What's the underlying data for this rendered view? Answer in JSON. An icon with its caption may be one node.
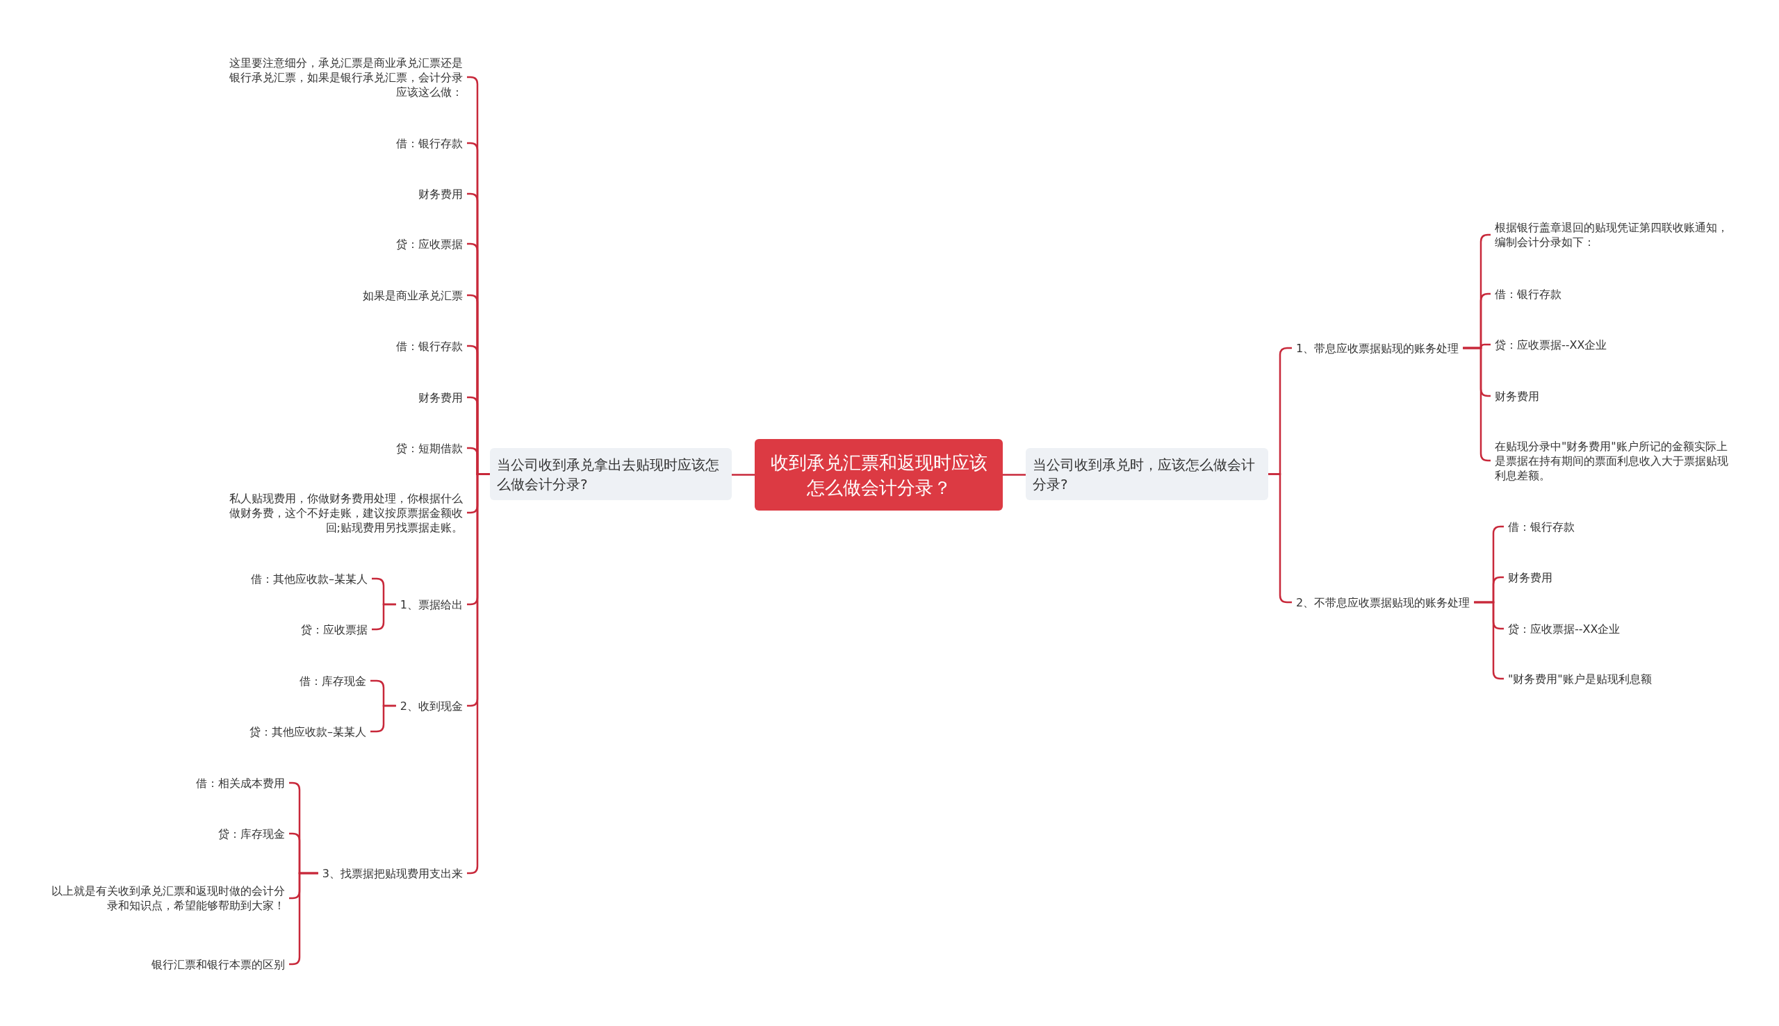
{
  "diagram": {
    "nodes": [
      {
        "text": [
          "收到承兑汇票和返现时应该怎么做会计分录？"
        ]
      },
      {
        "text": [
          "当公司收到承兑拿出去贴现时应该怎么做会计分录?"
        ]
      },
      {
        "text": [
          "这里要注意细分，承兑汇票是商业承兑汇票还是银行承兑汇票，如果是银行承兑汇票，会计分录应该这么做："
        ]
      },
      {
        "text": [
          "借：银行存款"
        ]
      },
      {
        "text": [
          "财务费用"
        ]
      },
      {
        "text": [
          "贷：应收票据"
        ]
      },
      {
        "text": [
          "如果是商业承兑汇票"
        ]
      },
      {
        "text": [
          "借：银行存款"
        ]
      },
      {
        "text": [
          "财务费用"
        ]
      },
      {
        "text": [
          "贷：短期借款"
        ]
      },
      {
        "text": [
          "私人贴现费用，你做财务费用处理，你根据什么做财务费，这个不好走账，建议按原票据金额收回;贴现费用另找票据走账。"
        ]
      },
      {
        "text": [
          "1、票据给出"
        ]
      },
      {
        "text": [
          "借：其他应收款–某某人"
        ]
      },
      {
        "text": [
          "贷：应收票据"
        ]
      },
      {
        "text": [
          "2、收到现金"
        ]
      },
      {
        "text": [
          "借：库存现金"
        ]
      },
      {
        "text": [
          "贷：其他应收款–某某人"
        ]
      },
      {
        "text": [
          "3、找票据把贴现费用支出来"
        ]
      },
      {
        "text": [
          "借：相关成本费用"
        ]
      },
      {
        "text": [
          "贷：库存现金"
        ]
      },
      {
        "text": [
          "以上就是有关收到承兑汇票和返现时做的会计分录和知识点，希望能够帮助到大家！"
        ]
      },
      {
        "text": [
          "银行汇票和银行本票的区别"
        ]
      },
      {
        "text": [
          "当公司收到承兑时，应该怎么做会计分录?"
        ]
      },
      {
        "text": [
          "1、带息应收票据贴现的账务处理"
        ]
      },
      {
        "text": [
          "根据银行盖章退回的贴现凭证第四联收账通知，编制会计分录如下："
        ]
      },
      {
        "text": [
          "借：银行存款"
        ]
      },
      {
        "text": [
          "贷：应收票据--XX企业"
        ]
      },
      {
        "text": [
          "财务费用"
        ]
      },
      {
        "text": [
          "在贴现分录中\"财务费用\"账户所记的金额实际上是票据在持有期间的票面利息收入大于票据贴现利息差额。"
        ]
      },
      {
        "text": [
          "2、不带息应收票据贴现的账务处理"
        ]
      },
      {
        "text": [
          "借：银行存款"
        ]
      },
      {
        "text": [
          "财务费用"
        ]
      },
      {
        "text": [
          "贷：应收票据--XX企业"
        ]
      },
      {
        "text": [
          "\"财务费用\"账户是贴现利息额"
        ]
      }
    ],
    "edges": [
      {
        "from": 0,
        "to": 1,
        "arrow": "none"
      },
      {
        "from": 0,
        "to": 22,
        "arrow": "none"
      },
      {
        "from": 1,
        "to": 2,
        "arrow": "none"
      },
      {
        "from": 1,
        "to": 3,
        "arrow": "none"
      },
      {
        "from": 1,
        "to": 4,
        "arrow": "none"
      },
      {
        "from": 1,
        "to": 5,
        "arrow": "none"
      },
      {
        "from": 1,
        "to": 6,
        "arrow": "none"
      },
      {
        "from": 1,
        "to": 7,
        "arrow": "none"
      },
      {
        "from": 1,
        "to": 8,
        "arrow": "none"
      },
      {
        "from": 1,
        "to": 9,
        "arrow": "none"
      },
      {
        "from": 1,
        "to": 10,
        "arrow": "none"
      },
      {
        "from": 1,
        "to": 11,
        "arrow": "none"
      },
      {
        "from": 1,
        "to": 14,
        "arrow": "none"
      },
      {
        "from": 1,
        "to": 17,
        "arrow": "none"
      },
      {
        "from": 11,
        "to": 12,
        "arrow": "none"
      },
      {
        "from": 11,
        "to": 13,
        "arrow": "none"
      },
      {
        "from": 14,
        "to": 15,
        "arrow": "none"
      },
      {
        "from": 14,
        "to": 16,
        "arrow": "none"
      },
      {
        "from": 17,
        "to": 18,
        "arrow": "none"
      },
      {
        "from": 17,
        "to": 19,
        "arrow": "none"
      },
      {
        "from": 17,
        "to": 20,
        "arrow": "none"
      },
      {
        "from": 17,
        "to": 21,
        "arrow": "none"
      },
      {
        "from": 22,
        "to": 23,
        "arrow": "none"
      },
      {
        "from": 22,
        "to": 29,
        "arrow": "none"
      },
      {
        "from": 23,
        "to": 24,
        "arrow": "none"
      },
      {
        "from": 23,
        "to": 25,
        "arrow": "none"
      },
      {
        "from": 23,
        "to": 26,
        "arrow": "none"
      },
      {
        "from": 23,
        "to": 27,
        "arrow": "none"
      },
      {
        "from": 23,
        "to": 28,
        "arrow": "none"
      },
      {
        "from": 29,
        "to": 30,
        "arrow": "none"
      },
      {
        "from": 29,
        "to": 31,
        "arrow": "none"
      },
      {
        "from": 29,
        "to": 32,
        "arrow": "none"
      },
      {
        "from": 29,
        "to": 33,
        "arrow": "none"
      }
    ]
  }
}
